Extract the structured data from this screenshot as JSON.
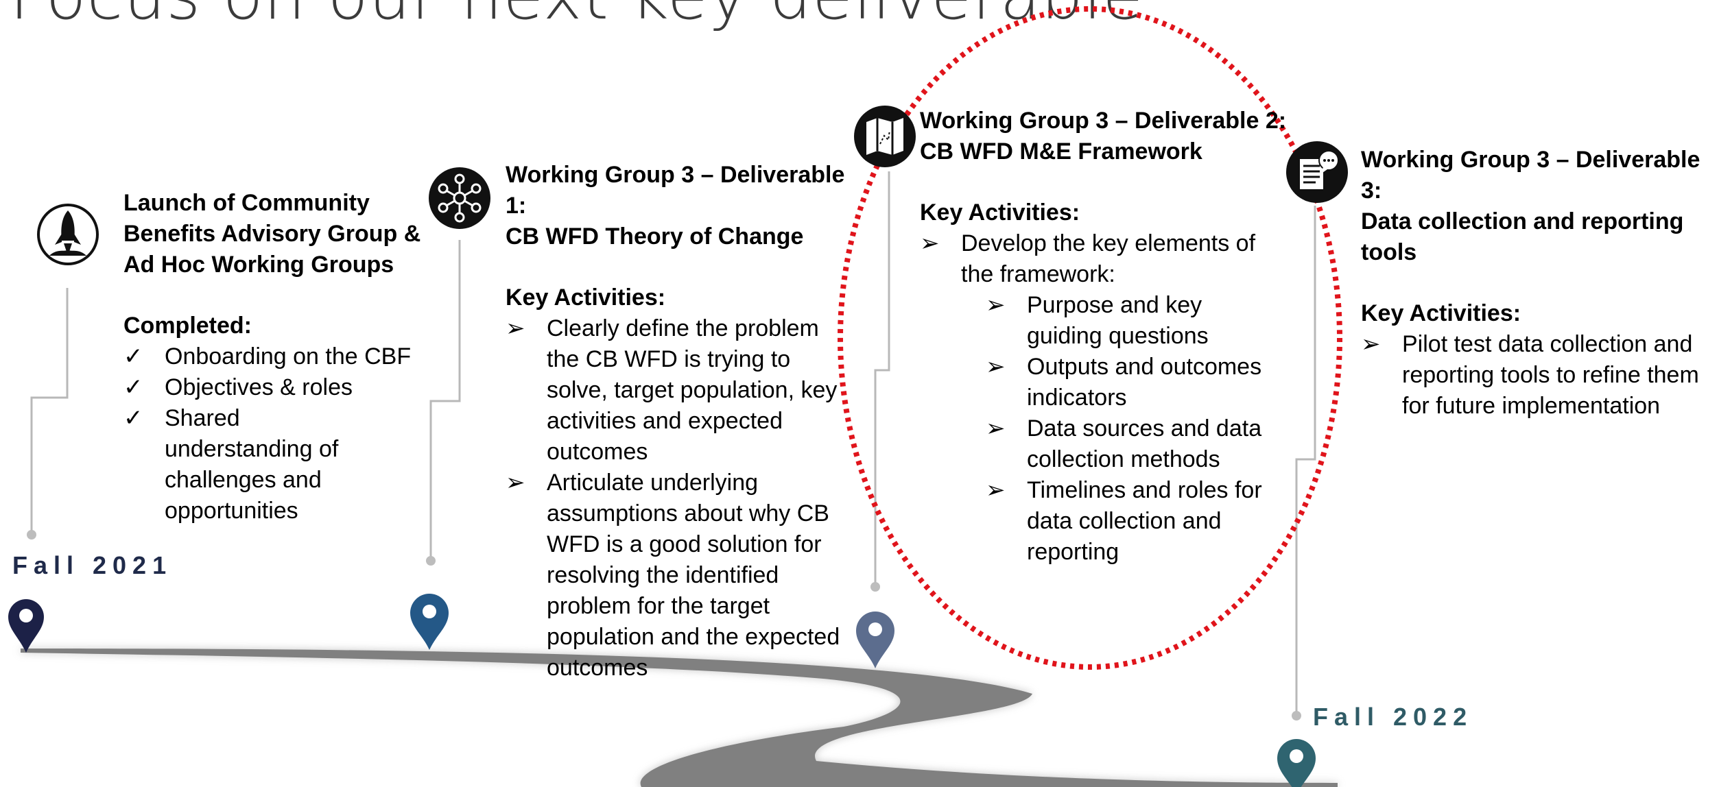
{
  "page": {
    "title": "Focus on our next key deliverable"
  },
  "colors": {
    "pin_1": "#1c2147",
    "pin_2": "#245887",
    "pin_3": "#5c6d8e",
    "pin_4": "#2f6470",
    "road": "#808080",
    "connector": "#b8b8b8",
    "highlight_ellipse": "#e0141b",
    "date_1": "#1f2a4a",
    "date_2": "#2f5b66"
  },
  "milestones": [
    {
      "icon": "rocket-icon",
      "heading": [
        "Launch of Community",
        "Benefits Advisory Group &",
        "Ad Hoc Working Groups"
      ],
      "section_label": "Completed:",
      "bullet_glyph": "✓",
      "items": [
        {
          "text": "Onboarding on the CBF"
        },
        {
          "text": "Objectives & roles"
        },
        {
          "text": "Shared understanding of challenges and opportunities"
        }
      ]
    },
    {
      "icon": "network-icon",
      "heading": [
        "Working Group 3 – Deliverable 1:",
        "CB WFD Theory of Change"
      ],
      "section_label": "Key Activities:",
      "bullet_glyph": "➢",
      "items": [
        {
          "text": "Clearly define the problem the CB WFD is trying to solve, target population, key activities and expected outcomes"
        },
        {
          "text": "Articulate underlying assumptions about why CB WFD is a good solution for resolving the identified problem for the target population and the expected outcomes"
        }
      ]
    },
    {
      "icon": "map-icon",
      "heading": [
        "Working Group 3 – Deliverable 2:",
        "CB WFD M&E Framework"
      ],
      "section_label": "Key Activities:",
      "bullet_glyph": "➢",
      "items": [
        {
          "text": "Develop the key elements of the framework:"
        }
      ],
      "subitems": [
        {
          "text": "Purpose and key guiding questions"
        },
        {
          "text": "Outputs and outcomes indicators"
        },
        {
          "text": "Data sources and data collection methods"
        },
        {
          "text": "Timelines and roles for data collection and reporting"
        }
      ]
    },
    {
      "icon": "report-icon",
      "heading": [
        "Working Group 3 – Deliverable 3:",
        "Data collection and reporting",
        "tools"
      ],
      "section_label": "Key Activities:",
      "bullet_glyph": "➢",
      "items": [
        {
          "text": "Pilot test data collection  and reporting tools to refine them for future implementation"
        }
      ]
    }
  ],
  "dates": {
    "start": "Fall 2021",
    "end": "Fall 2022"
  }
}
